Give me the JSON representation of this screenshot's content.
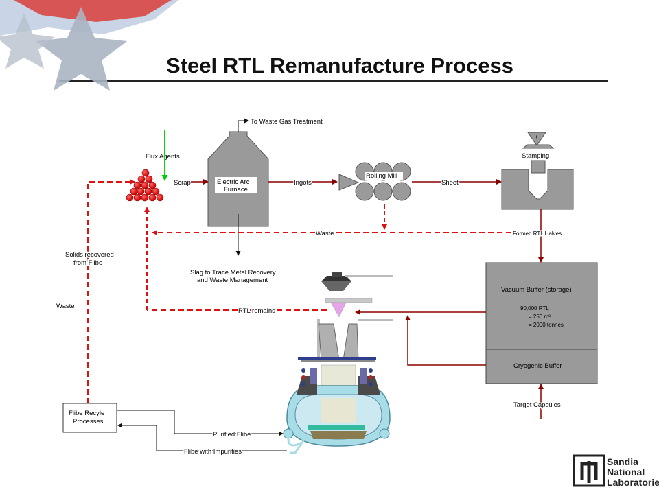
{
  "slide": {
    "title": "Steel RTL Remanufacture Process"
  },
  "labels": {
    "flux_agents": "Flux Agents",
    "to_waste_gas": "To Waste Gas Treatment",
    "scrap": "Scrap",
    "eaf_line1": "Electric Arc",
    "eaf_line2": "Furnace",
    "ingots": "Ingots",
    "rolling_mill": "Rolling Mill",
    "sheet": "Sheet",
    "stamping": "Stamping",
    "waste_mid": "Waste",
    "formed_rtl": "Formed RTL Halves",
    "solids_line1": "Solids recovered",
    "solids_line2": "from Flibe",
    "slag_line1": "Slag to Trace Metal Recovery",
    "slag_line2": "and Waste Management",
    "waste_left": "Waste",
    "rtl_remains": "RTL remains",
    "vacuum_buffer": "Vacuum Buffer (storage)",
    "vb_stat1": "90,000 RTL",
    "vb_stat2": "= 250 m³",
    "vb_stat3": "= 2000 tonnes",
    "cryogenic": "Cryogenic Buffer",
    "target_capsules": "Target Capsules",
    "flibe_line1": "Flibe Recyle",
    "flibe_line2": "Processes",
    "purified_flibe": "Purified Flibe",
    "flibe_impurities": "Flibe with Impurities"
  },
  "logo": {
    "line1": "Sandia",
    "line2": "National",
    "line3": "Laboratories"
  },
  "colors": {
    "solid_flow": "#8b0000",
    "dashed_flow": "#dd1111",
    "equipment_gray": "#9a9a9a",
    "flux_arrow": "#00dd00",
    "scrap_red": "#dd0000",
    "coolant_cyan": "#a8dde8"
  }
}
